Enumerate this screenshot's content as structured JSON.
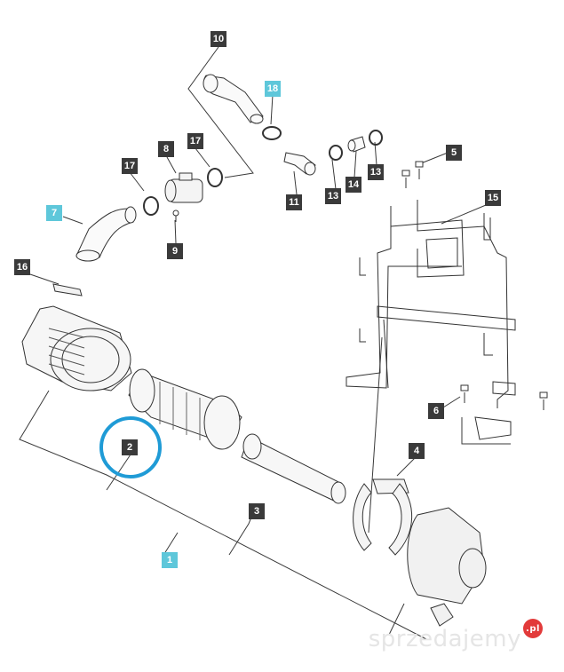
{
  "callouts": {
    "c1": "1",
    "c2": "2",
    "c3": "3",
    "c4": "4",
    "c5": "5",
    "c6": "6",
    "c7": "7",
    "c8": "8",
    "c9": "9",
    "c10": "10",
    "c11": "11",
    "c13a": "13",
    "c13b": "13",
    "c14": "14",
    "c15": "15",
    "c16": "16",
    "c17a": "17",
    "c17b": "17",
    "c18": "18"
  },
  "highlight_color": "#1f9bd6",
  "watermark": {
    "text": "sprzedajemy",
    "suffix": ".pl"
  }
}
